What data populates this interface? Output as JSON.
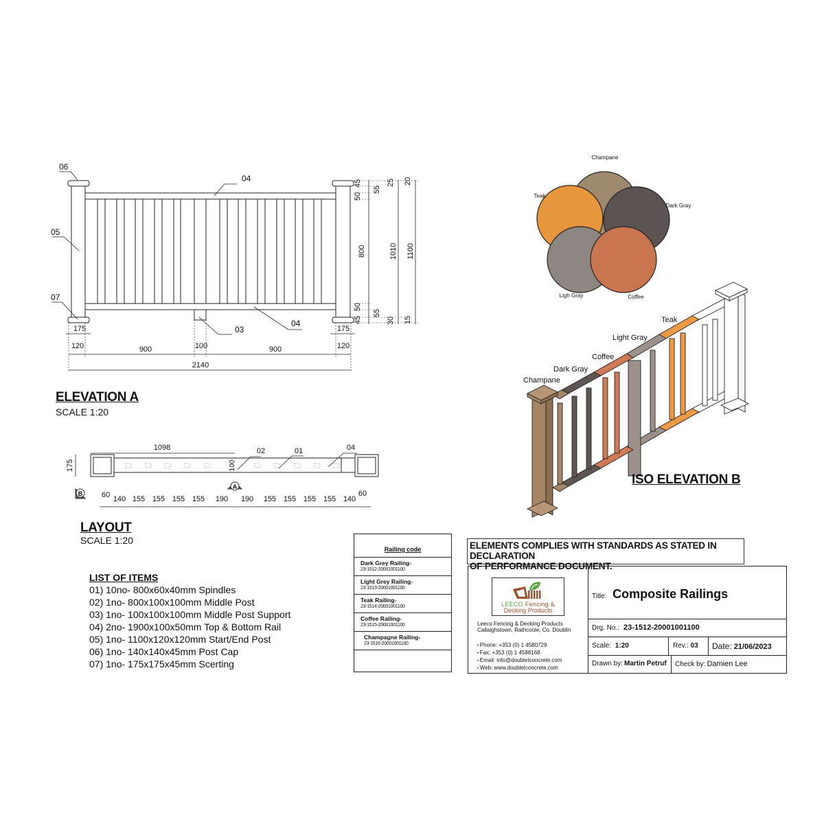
{
  "elevation_a": {
    "title": "ELEVATION A",
    "scale": "SCALE 1:20",
    "callouts": [
      "06",
      "05",
      "07",
      "04",
      "04",
      "03"
    ],
    "horizontal_dims": {
      "cap_left": "175",
      "cap_right": "175",
      "post_left": "120",
      "span_left": "900",
      "middle_post": "100",
      "span_right": "900",
      "post_right": "120",
      "overall": "2140"
    },
    "vertical_dims": {
      "cap_top": "45",
      "rail_top": "50",
      "spindles": "800",
      "rail_bottom": "50",
      "skirt_bottom": "45",
      "top_gap": "55",
      "bottom_gap": "55",
      "top_25": "25",
      "bottom_30": "30",
      "inner_height": "1010",
      "top_20": "20",
      "bottom_15": "15",
      "overall_height": "1100"
    }
  },
  "layout": {
    "title": "LAYOUT",
    "scale": "SCALE 1:20",
    "callouts": [
      "02",
      "01",
      "04"
    ],
    "dim_top": "1098",
    "dim_depth": "175",
    "dim_post": "100",
    "section_markers": [
      "A",
      "B"
    ],
    "spacings": [
      "60",
      "140",
      "155",
      "155",
      "155",
      "155",
      "190",
      "190",
      "155",
      "155",
      "155",
      "155",
      "140",
      "60"
    ]
  },
  "list_of_items": {
    "title": "LIST OF ITEMS",
    "items": [
      "01) 10no- 800x60x40mm Spindles",
      "02) 1no- 800x100x100mm Middle Post",
      "03) 1no- 100x100x100mm Middle Post Support",
      "04) 2no- 1900x100x50mm Top & Bottom Rail",
      "05) 1no- 1100x120x120mm Start/End Post",
      "06) 1no- 140x140x45mm Post Cap",
      "07) 1no- 175x175x45mm Scerting"
    ]
  },
  "railing_codes": {
    "header": "Railing code",
    "rows": [
      {
        "name": "Dark Grey Railing-",
        "code": "23-1512-20001001100"
      },
      {
        "name": "Light Grey Railing-",
        "code": "23-1513-20001001100"
      },
      {
        "name": "Teak Railing-",
        "code": "23-1514-20001001100"
      },
      {
        "name": "Coffee Railing-",
        "code": "23-1515-20001001100"
      },
      {
        "name": "Champagne Railing-",
        "code": "23-1516-20001001100"
      }
    ]
  },
  "swatches": {
    "items": [
      {
        "label": "Champane",
        "color": "#a08a6f"
      },
      {
        "label": "Dark Gray",
        "color": "#5b5452"
      },
      {
        "label": "Coffee",
        "color": "#c8754f"
      },
      {
        "label": "Ligh Gray",
        "color": "#8e8680"
      },
      {
        "label": "Teak",
        "color": "#e8963e"
      }
    ]
  },
  "iso_elevation": {
    "title": "ISO ELEVATION B",
    "labels": [
      "Champane",
      "Dark Gray",
      "Coffee",
      "Light Gray",
      "Teak"
    ],
    "colors": {
      "champane": "#a58566",
      "dark_gray": "#5e5653",
      "coffee": "#cf7a55",
      "light_gray": "#9b918a",
      "teak": "#ee9a45"
    }
  },
  "notice": {
    "line1": "ELEMENTS COMPLIES WITH STANDARDS AS STATED IN DECLARATION",
    "line2": "OF PERFORMANCE DOCUMENT."
  },
  "title_block": {
    "logo_line1a": "LEECO",
    "logo_line1b": " Fencing &",
    "logo_line2": "Decking Products",
    "company": "Leeco Fencing & Decking Products",
    "address": "Callaighstown, Rathcoole, Co. Doublin",
    "phone": "Phone: +353 (0) 1 4580729",
    "fax": "Fax: +353 (0) 1 4588168",
    "email": "Email: info@doubleIconcrete.com",
    "web": "Web: www.doubleIconcrete.com",
    "title_label": "Title:",
    "title_value": "Composite Railings",
    "drg_label": "Drg. No.:",
    "drg_value": "23-1512-20001001100",
    "scale_label": "Scale:",
    "scale_value": "1:20",
    "rev_label": "Rev.:",
    "rev_value": "03",
    "date_label": "Date:",
    "date_value": "21/06/2023",
    "drawn_label": "Drawn by:",
    "drawn_value": "Martin Petruf",
    "check_label": "Check by:",
    "check_value": "Damien Lee"
  }
}
